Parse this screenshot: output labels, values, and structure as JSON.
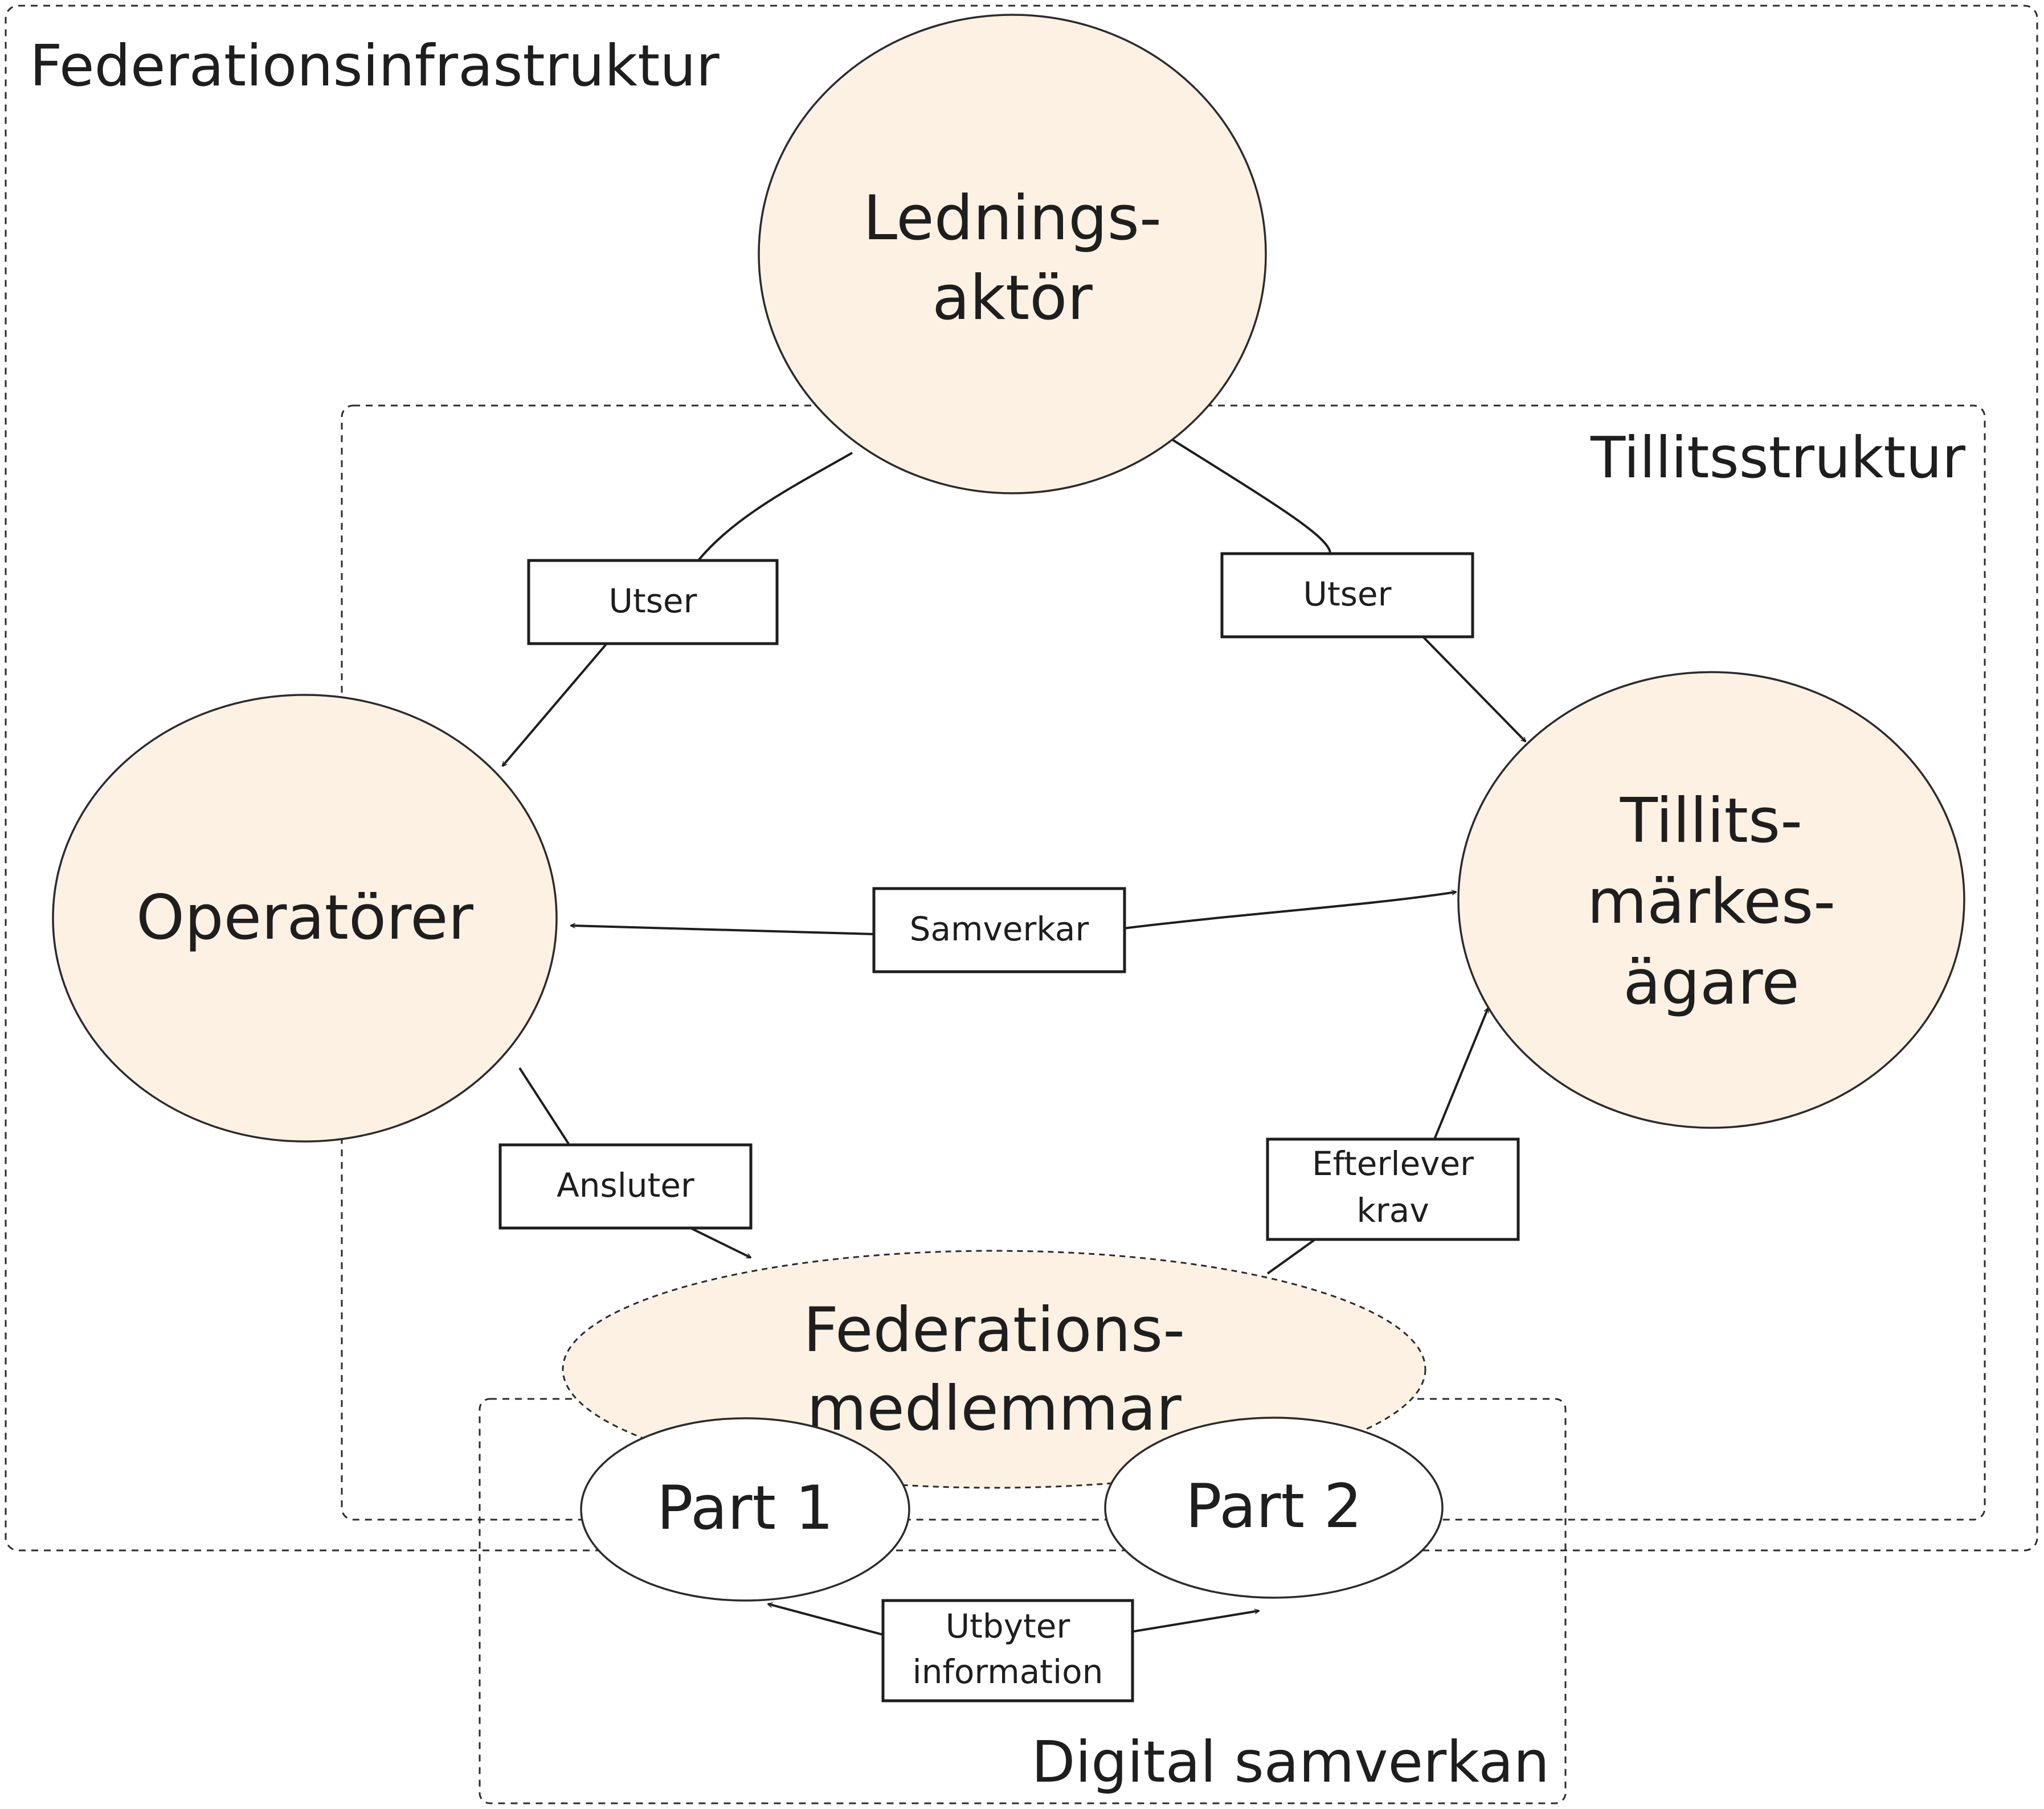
{
  "regions": {
    "federation_infrastructure": "Federationsinfrastruktur",
    "trust_structure": "Tillitsstruktur",
    "digital_collaboration": "Digital samverkan"
  },
  "nodes": {
    "management": {
      "line1": "Lednings-",
      "line2": "aktör"
    },
    "operators": {
      "line1": "Operatörer"
    },
    "trustmark_owner": {
      "line1": "Tillits-",
      "line2": "märkes-",
      "line3": "ägare"
    },
    "members": {
      "line1": "Federations-",
      "line2": "medlemmar"
    },
    "part1": {
      "label": "Part 1"
    },
    "part2": {
      "label": "Part 2"
    }
  },
  "edges": {
    "appoints_operators": "Utser",
    "appoints_trustmark_owner": "Utser",
    "collaborates": "Samverkar",
    "connects": "Ansluter",
    "complies_line1": "Efterlever",
    "complies_line2": "krav",
    "exchange_line1": "Utbyter",
    "exchange_line2": "information"
  },
  "colors": {
    "node_fill": "#fdf1e4",
    "stroke": "#1e1e1e",
    "background": "#ffffff"
  }
}
